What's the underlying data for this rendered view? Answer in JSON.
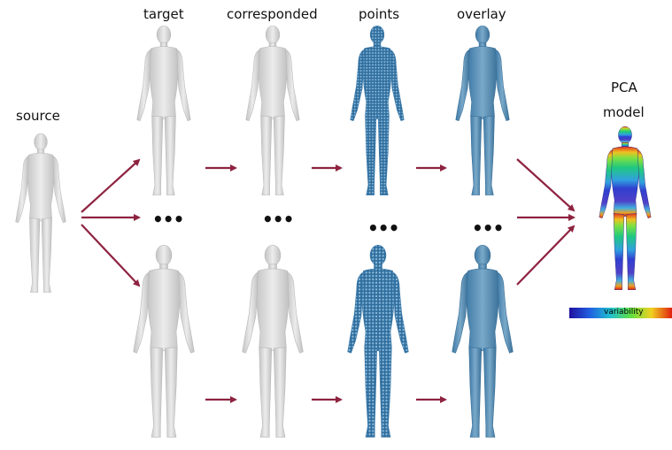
{
  "labels": {
    "source": "source",
    "target": "target",
    "corresponded": "corresponded",
    "points": "points",
    "overlay": "overlay",
    "pca_line1": "PCA",
    "pca_line2": "model",
    "variability": "variability"
  },
  "ellipsis": "•••",
  "colors": {
    "arrow": "#8e2340",
    "mesh_gray": "#dcdcdc",
    "mesh_blue": "#5b8fb3",
    "points_blue": "#4a86b5"
  }
}
